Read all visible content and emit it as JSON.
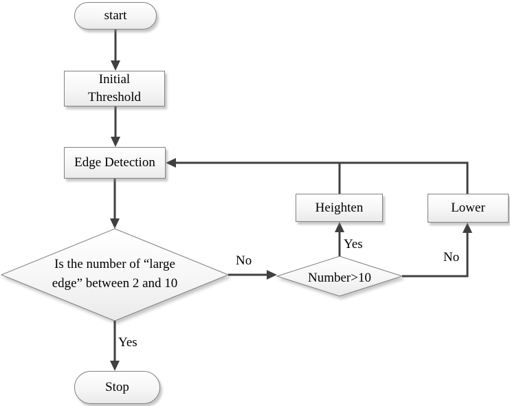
{
  "flowchart": {
    "nodes": {
      "start": {
        "label": "start"
      },
      "initial_threshold": {
        "label": "Initial Threshold"
      },
      "edge_detection": {
        "label": "Edge Detection"
      },
      "large_edge_decision": {
        "line1": "Is the number of “large",
        "line2": "edge” between 2 and 10"
      },
      "number_decision": {
        "label": "Number>10"
      },
      "heighten": {
        "label": "Heighten"
      },
      "lower": {
        "label": "Lower"
      },
      "stop": {
        "label": "Stop"
      }
    },
    "edge_labels": {
      "large_edge_yes": "Yes",
      "large_edge_no": "No",
      "number_yes": "Yes",
      "number_no": "No"
    },
    "colors": {
      "connector": "#404040",
      "node_border": "#808080",
      "node_fill_top": "#ffffff",
      "node_fill_bottom": "#eaeaea",
      "text": "#000000",
      "background": "#ffffff"
    }
  }
}
